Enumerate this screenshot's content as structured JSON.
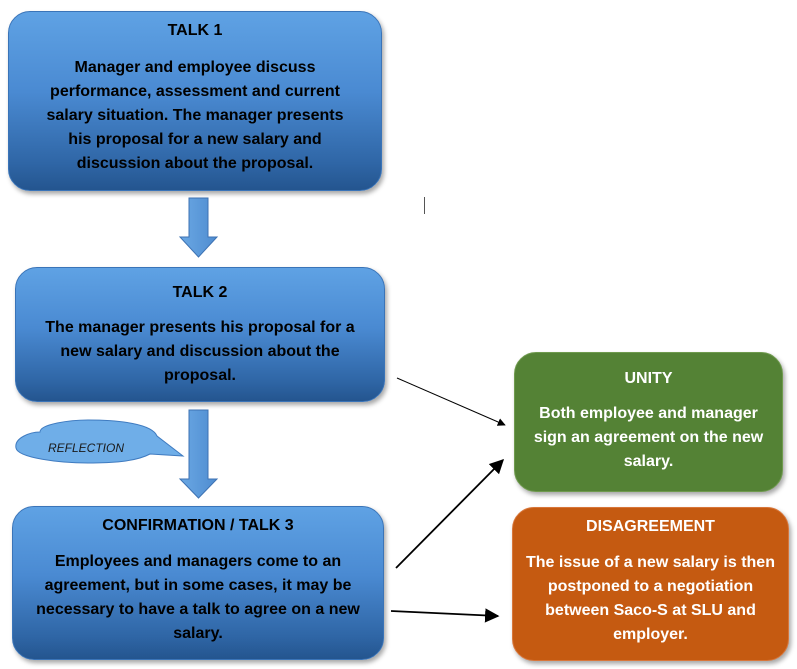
{
  "talk1": {
    "title": "TALK 1",
    "body": "Manager and employee discuss performance, assessment and current salary situation. The manager presents his proposal for a new salary and discussion about the proposal."
  },
  "talk2": {
    "title": "TALK 2",
    "body": "The manager presents his proposal for a new salary and discussion about the proposal."
  },
  "talk3": {
    "title": "CONFIRMATION / TALK 3",
    "body": "Employees and managers come to an agreement, but in some cases, it may be necessary to have a talk to agree on a new salary."
  },
  "reflection": {
    "label": "REFLECTION"
  },
  "unity": {
    "title": "UNITY",
    "body": "Both employee and manager sign an agreement on the new salary."
  },
  "disagreement": {
    "title": "DISAGREEMENT",
    "body": "The issue of a new salary is then postponed to a negotiation between Saco-S at SLU and employer."
  },
  "colors": {
    "blue_top": "#5fa2e4",
    "blue_bottom": "#24558f",
    "arrow_blue": "#5b9bd5",
    "green": "#548235",
    "orange": "#c55a11"
  }
}
